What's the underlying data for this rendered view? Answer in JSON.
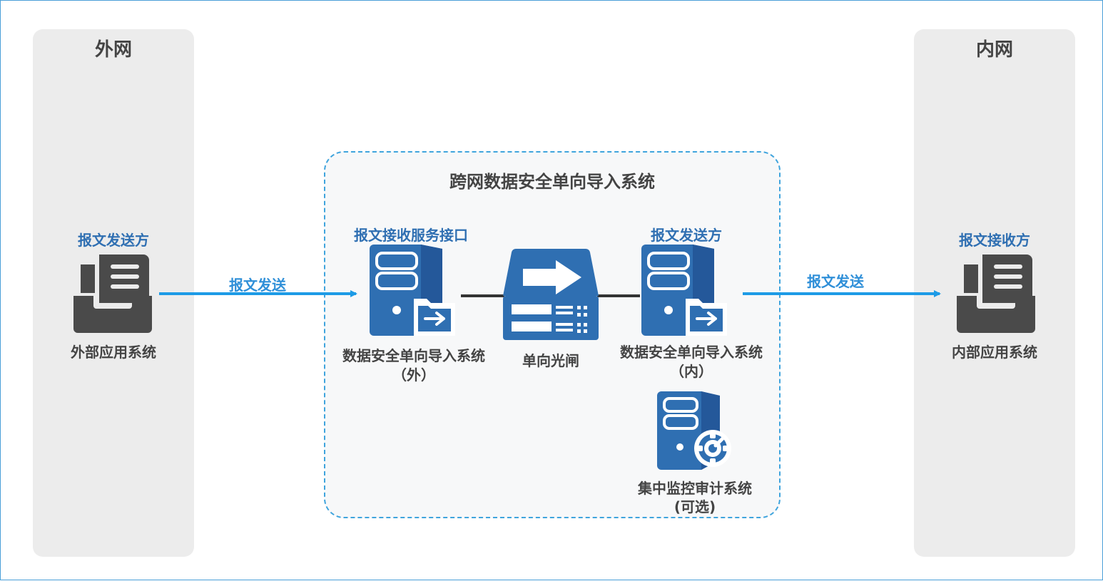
{
  "outer_network": {
    "title": "外网",
    "sender_label": "报文发送方",
    "system_label": "外部应用系统"
  },
  "inner_network": {
    "title": "内网",
    "receiver_label": "报文接收方",
    "system_label": "内部应用系统"
  },
  "arrows": {
    "left_label": "报文发送",
    "right_label": "报文发送"
  },
  "center": {
    "title": "跨网数据安全单向导入系统",
    "external_server": {
      "top_label": "报文接收服务接口",
      "label_line1": "数据安全单向导入系统",
      "label_line2": "（外）"
    },
    "gateway": {
      "label": "单向光闸"
    },
    "internal_server": {
      "top_label": "报文发送方",
      "label_line1": "数据安全单向导入系统",
      "label_line2": "（内）"
    },
    "monitor": {
      "label_line1": "集中监控审计系统",
      "label_line2": "(可选)"
    }
  },
  "colors": {
    "server_blue": "#2f6fb2",
    "server_dark": "#24589a",
    "icon_gray": "#4a4a4a",
    "arrow_blue": "#1d9be6",
    "dashed_border": "#3fa4dd",
    "panel_gray": "#ececec"
  },
  "icons": {
    "sender_app": "inbox-document-icon",
    "receiver_app": "inbox-document-icon",
    "external_server": "server-folder-arrow-icon",
    "gateway": "one-way-gateway-icon",
    "internal_server": "server-folder-arrow-icon",
    "monitor": "server-gear-icon"
  }
}
